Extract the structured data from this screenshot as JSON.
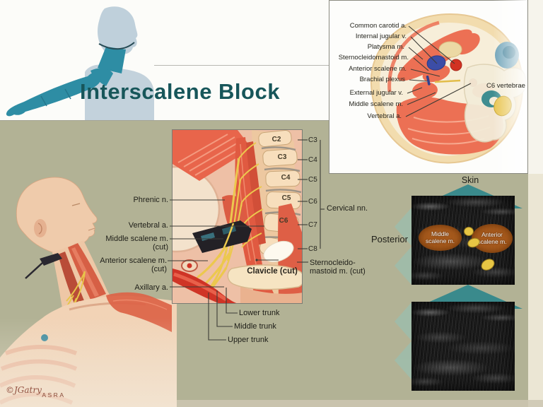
{
  "title": "Interscalene Block",
  "cross_section": {
    "labels": [
      "Common carotid a.",
      "Internal jugular v.",
      "Platysma m.",
      "Sternocleidomastoid m.",
      "Anterior scalene m.",
      "Brachial plexus",
      "External jugular v.",
      "Middle scalene m.",
      "Vertebral a."
    ],
    "c6_label": "C6 vertebrae"
  },
  "main_panel": {
    "vertebrae": [
      "C2",
      "C3",
      "C4",
      "C5",
      "C6"
    ],
    "cervical_ticks": [
      "C3",
      "C4",
      "C5",
      "C6",
      "C7",
      "C8"
    ],
    "cervical_group_label": "Cervical nn.",
    "labels": {
      "phrenic": "Phrenic n.",
      "vertebral": "Vertebral a.",
      "middle_scalene": "Middle scalene m.",
      "middle_scalene_cut": "(cut)",
      "anterior_scalene": "Anterior scalene m.",
      "anterior_scalene_cut": "(cut)",
      "axillary": "Axillary a.",
      "scm_line1": "Sternocleido-",
      "scm_line2": "mastoid m. (cut)",
      "clavicle": "Clavicle (cut)"
    },
    "trunks": [
      "Lower trunk",
      "Middle trunk",
      "Upper trunk"
    ]
  },
  "ultrasound": {
    "skin_label": "Skin",
    "posterior_label": "Posterior",
    "middle_scalene": {
      "line1": "Middle",
      "line2": "scalene m."
    },
    "anterior_scalene": {
      "line1": "Anterior",
      "line2": "scalene m."
    }
  },
  "signature": {
    "script": "©JGatry",
    "org": "ASRA"
  },
  "colors": {
    "background_olive": "#b2b295",
    "teal_accent": "#3a8a8c",
    "title_teal": "#17565a",
    "muscle_salmon": "#ec7054",
    "nerve_yellow": "#e6c145",
    "ultrasound_orange": "#b05e1c"
  }
}
